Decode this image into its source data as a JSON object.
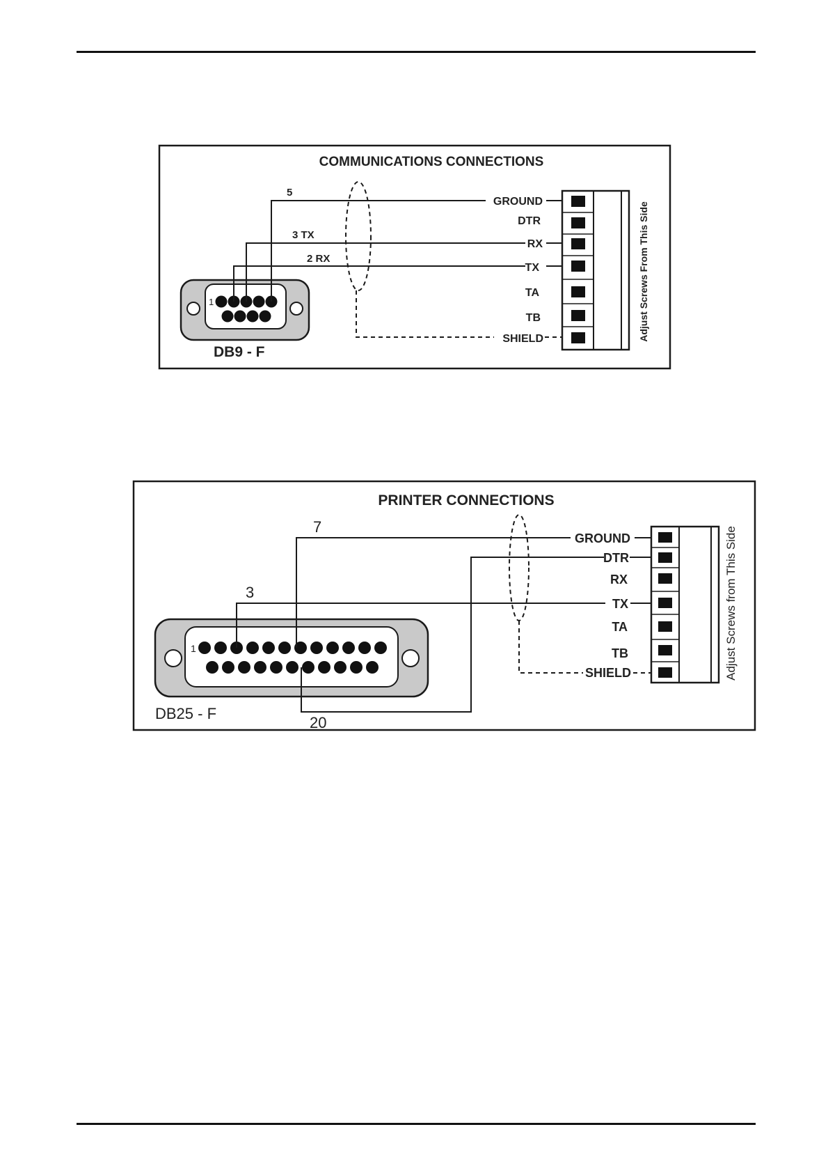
{
  "comm": {
    "title": "COMMUNICATIONS CONNECTIONS",
    "connector_label": "DB9 - F",
    "pin1_label": "1",
    "wire_labels": {
      "ground": "5",
      "tx": "3 TX",
      "rx": "2 RX"
    },
    "terminal_labels": [
      "GROUND",
      "DTR",
      "RX",
      "TX",
      "TA",
      "TB",
      "SHIELD"
    ],
    "side_note": "Adjust Screws From This Side"
  },
  "printer": {
    "title": "PRINTER CONNECTIONS",
    "connector_label": "DB25 - F",
    "pin1_label": "1",
    "wire_labels": {
      "ground": "7",
      "tx": "3",
      "dtr": "20"
    },
    "terminal_labels": [
      "GROUND",
      "DTR",
      "RX",
      "TX",
      "TA",
      "TB",
      "SHIELD"
    ],
    "side_note": "Adjust Screws from This Side"
  },
  "colors": {
    "line": "#1a1a1a",
    "connector_fill": "#c9c9c9",
    "pin": "#111111"
  }
}
